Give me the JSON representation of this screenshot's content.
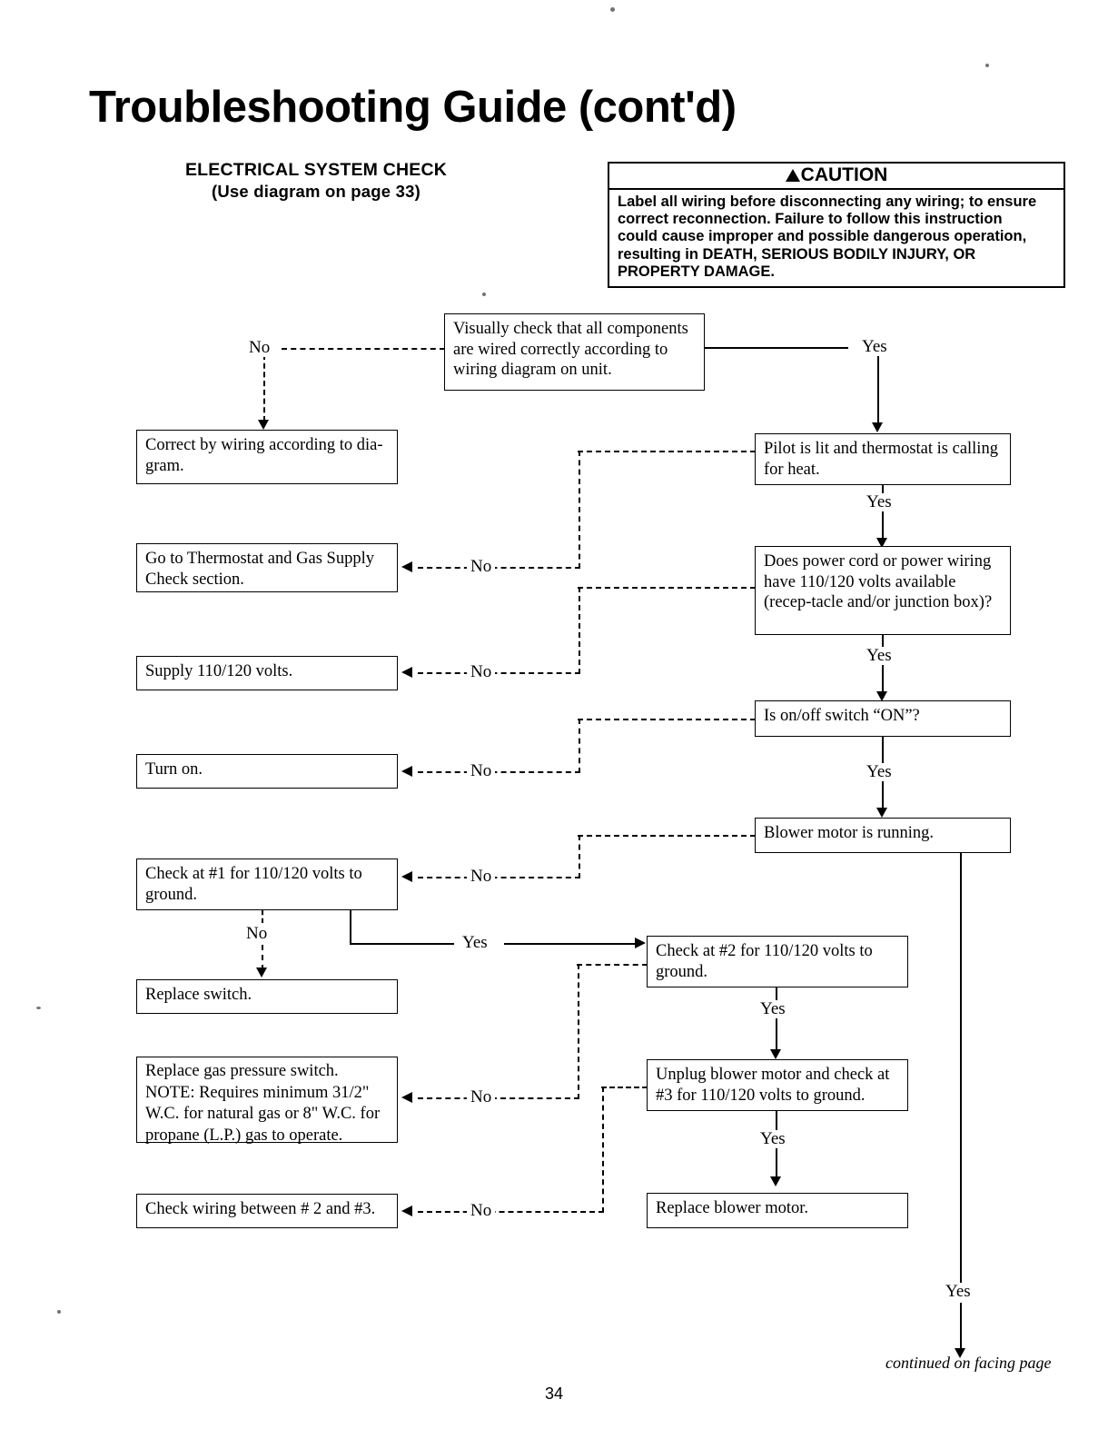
{
  "page": {
    "title": "Troubleshooting Guide (cont'd)",
    "page_number": "34",
    "continued_note": "continued on facing page"
  },
  "section": {
    "heading": "ELECTRICAL SYSTEM CHECK",
    "subheading": "(Use diagram on page 33)"
  },
  "caution": {
    "title": "CAUTION",
    "icon": "warning-triangle-icon",
    "lines": [
      "Label all wiring before disconnecting any wiring; to ensure",
      "correct reconnection. Failure to follow this instruction",
      "could cause improper and possible dangerous operation,",
      "resulting in DEATH, SERIOUS BODILY INJURY, OR",
      "PROPERTY DAMAGE."
    ]
  },
  "flow": {
    "nodes": {
      "visual_check": "Visually check that all components are wired correctly according to wiring diagram on unit.",
      "correct_wiring": "Correct by wiring according to dia-gram.",
      "pilot_lit": "Pilot is lit and thermostat is calling for heat.",
      "go_thermostat": "Go to Thermostat and Gas Supply Check section.",
      "power_cord": "Does power cord or power wiring have 110/120 volts available (recep-tacle and/or junction box)?",
      "supply_volts": "Supply 110/120 volts.",
      "onoff_switch": "Is on/off switch “ON”?",
      "turn_on": "Turn on.",
      "blower_running": "Blower motor is running.",
      "check_1": "Check at #1 for 110/120 volts to ground.",
      "replace_switch": "Replace switch.",
      "check_2": "Check at #2 for 110/120 volts to ground.",
      "replace_gas_switch": "Replace gas pressure switch. NOTE: Requires minimum 31/2\" W.C. for natural gas or 8\" W.C. for propane (L.P.) gas to operate.",
      "unplug_blower": "Unplug blower motor and check at #3 for 110/120 volts to ground.",
      "check_wiring_23": "Check wiring between # 2 and #3.",
      "replace_blower": "Replace blower motor."
    },
    "labels": {
      "no": "No",
      "yes": "Yes"
    },
    "edges": [
      {
        "from": "visual_check",
        "to": "correct_wiring",
        "label": "No"
      },
      {
        "from": "visual_check",
        "to": "pilot_lit",
        "label": "Yes"
      },
      {
        "from": "pilot_lit",
        "to": "go_thermostat",
        "label": "No"
      },
      {
        "from": "pilot_lit",
        "to": "power_cord",
        "label": "Yes"
      },
      {
        "from": "power_cord",
        "to": "supply_volts",
        "label": "No"
      },
      {
        "from": "power_cord",
        "to": "onoff_switch",
        "label": "Yes"
      },
      {
        "from": "onoff_switch",
        "to": "turn_on",
        "label": "No"
      },
      {
        "from": "onoff_switch",
        "to": "blower_running",
        "label": "Yes"
      },
      {
        "from": "blower_running",
        "to": "check_1",
        "label": "No"
      },
      {
        "from": "blower_running",
        "to": "bottom_continue",
        "label": "Yes"
      },
      {
        "from": "check_1",
        "to": "replace_switch",
        "label": "No"
      },
      {
        "from": "check_1",
        "to": "check_2",
        "label": "Yes"
      },
      {
        "from": "check_2",
        "to": "replace_gas_switch",
        "label": "No"
      },
      {
        "from": "check_2",
        "to": "unplug_blower",
        "label": "Yes"
      },
      {
        "from": "unplug_blower",
        "to": "check_wiring_23",
        "label": "No"
      },
      {
        "from": "unplug_blower",
        "to": "replace_blower",
        "label": "Yes"
      }
    ]
  }
}
